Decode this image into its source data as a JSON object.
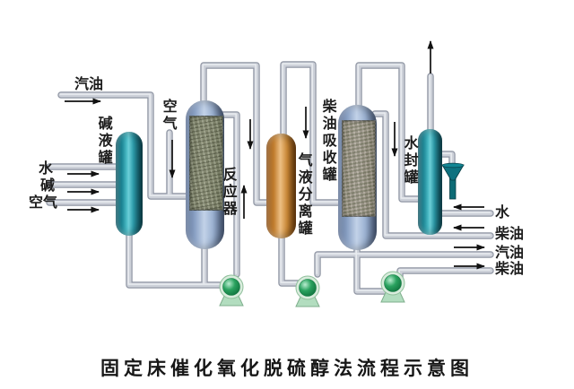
{
  "title": "固定床催化氧化脱硫醇法流程示意图",
  "labels": {
    "gasoline_in": "汽油",
    "air_top": "空气",
    "water_in": "水",
    "alkali_in": "碱",
    "air_in": "空气",
    "alkali_tank": "碱液罐",
    "reactor": "反应器",
    "separator": "气液分离罐",
    "absorber": "柴油吸收罐",
    "water_seal_tank": "水封罐",
    "water_right_in": "水",
    "diesel_right_in": "柴油",
    "gasoline_out": "汽油",
    "diesel_out": "柴油"
  },
  "colors": {
    "pipe-fill": "#cdd1d9",
    "pipe-edge": "#8f95a3",
    "teal-vessel": "#2d9fae",
    "reactor-blue": "#9db3d3",
    "separator-orange": "#c98734",
    "pump-green": "#27a05c",
    "arrow-black": "#111111"
  }
}
